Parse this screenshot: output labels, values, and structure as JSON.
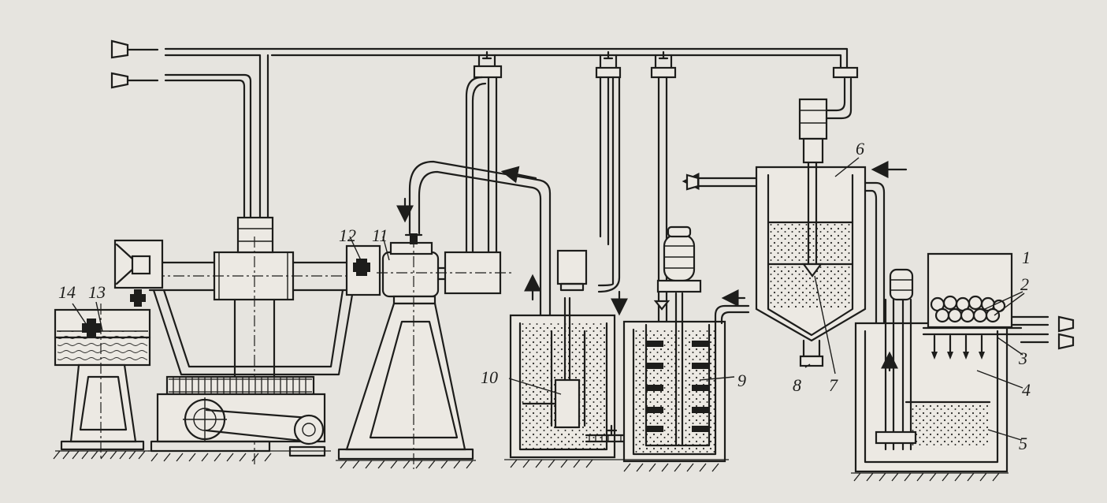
{
  "labels": {
    "l1": "1",
    "l2": "2",
    "l3": "3",
    "l4": "4",
    "l5": "5",
    "l6": "6",
    "l7": "7",
    "l8": "8",
    "l9": "9",
    "l10": "10",
    "l11": "11",
    "l12": "12",
    "l13": "13",
    "l14": "14"
  },
  "colors": {
    "paper": "#e6e4df",
    "ink": "#1d1d1b"
  }
}
